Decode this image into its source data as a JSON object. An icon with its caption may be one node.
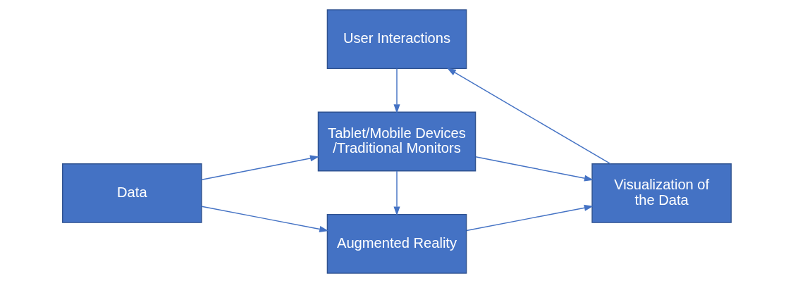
{
  "diagram": {
    "nodes": [
      {
        "text": [
          "Data"
        ]
      },
      {
        "text": [
          "Augmented Reality"
        ]
      },
      {
        "text": [
          "Tablet/Mobile Devices /Traditional Monitors"
        ]
      },
      {
        "text": [
          "Visualization of the Data"
        ]
      },
      {
        "text": [
          "User Interactions"
        ]
      }
    ],
    "edges": [
      {
        "from": 0,
        "to": 1,
        "arrow": "to"
      },
      {
        "from": 0,
        "to": 2,
        "arrow": "to"
      },
      {
        "from": 2,
        "to": 1,
        "arrow": "to"
      },
      {
        "from": 1,
        "to": 3,
        "arrow": "to"
      },
      {
        "from": 2,
        "to": 3,
        "arrow": "to"
      },
      {
        "from": 4,
        "to": 2,
        "arrow": "to"
      },
      {
        "from": 3,
        "to": 4,
        "arrow": "to"
      }
    ]
  }
}
